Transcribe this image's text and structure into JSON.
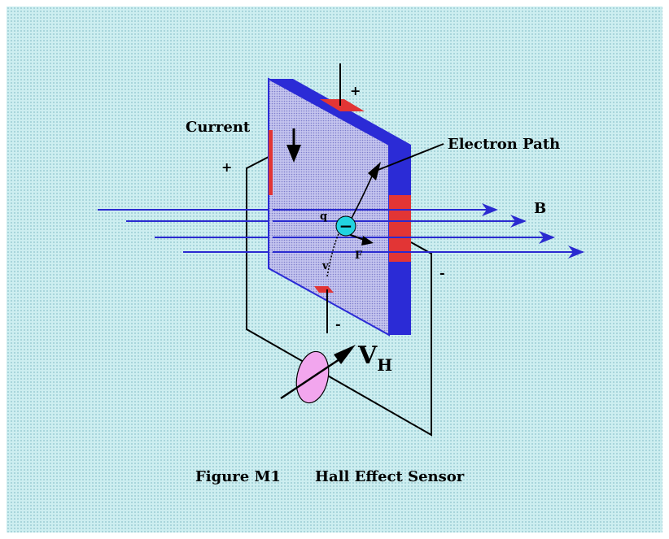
{
  "diagram": {
    "labels": {
      "current": "Current",
      "electron_path": "Electron Path",
      "magnetic_field": "B",
      "charge": "q",
      "force": "F",
      "velocity": "v",
      "electron_sign": "−",
      "hall_voltage_main": "V",
      "hall_voltage_sub": "H",
      "plus_top": "+",
      "minus_bottom": "-",
      "plus_left": "+",
      "minus_right": "-"
    },
    "caption": {
      "figure": "Figure M1",
      "title": "Hall Effect Sensor"
    },
    "colors": {
      "background": "#cdeef0",
      "slab_front": "#b9b9e6",
      "slab_edge": "#2b2bd6",
      "contact": "#e23535",
      "field_lines": "#2a2ad0",
      "electron": "#22d3e0",
      "voltmeter": "#f2a6ee"
    }
  }
}
